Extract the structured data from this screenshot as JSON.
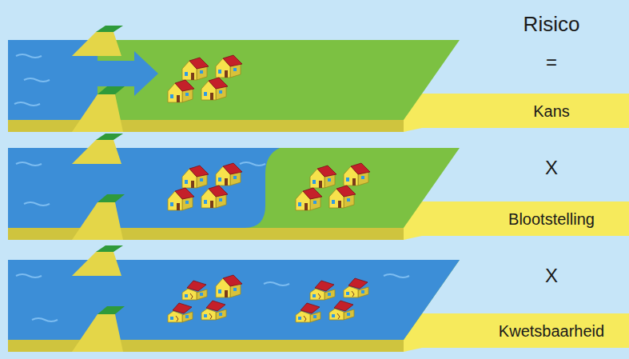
{
  "diagram": {
    "nodes": [
      {
        "text": [
          "Kans"
        ]
      },
      {
        "text": [
          "Blootstelling"
        ]
      },
      {
        "text": [
          "Kwetsbaarheid"
        ]
      }
    ],
    "labels": [
      "Risico",
      "=",
      "X",
      "X"
    ]
  }
}
